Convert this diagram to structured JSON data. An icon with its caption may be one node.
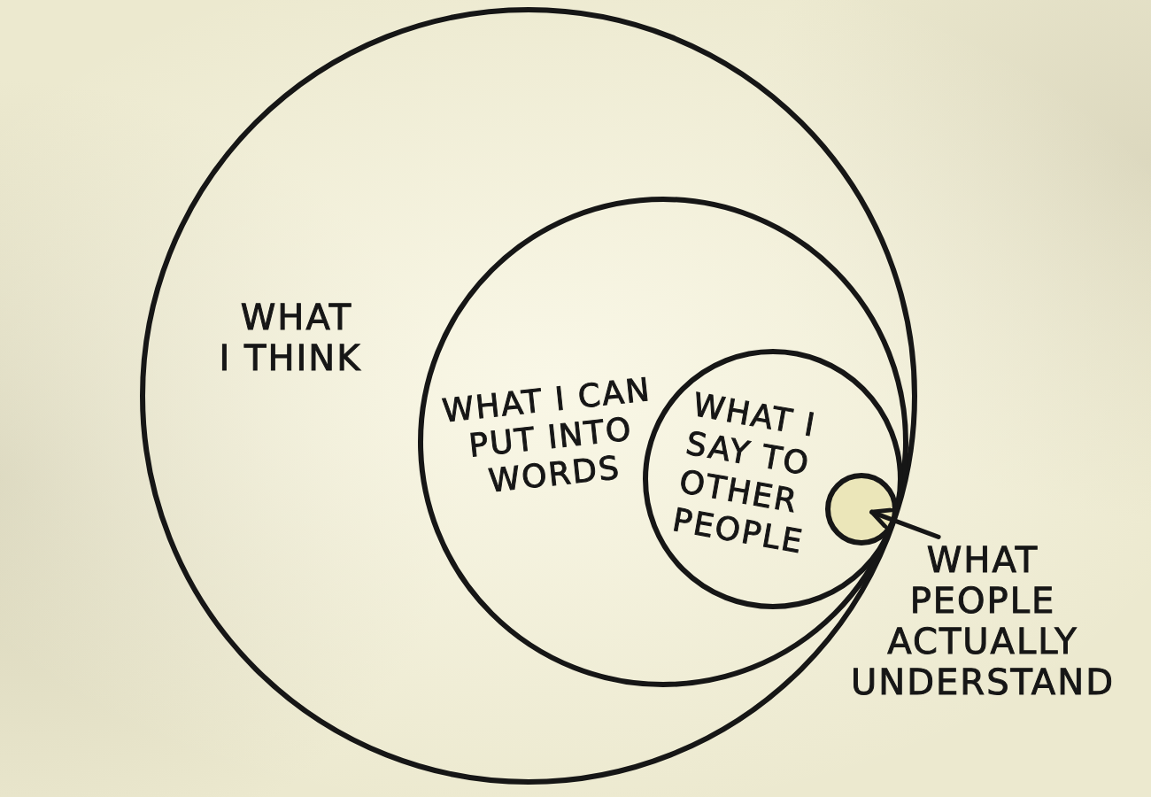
{
  "diagram": {
    "nodes": [
      {
        "text": [
          "WHAT I THINK"
        ]
      },
      {
        "text": [
          "WHAT I CAN PUT INTO WORDS"
        ],
        "in": 0
      },
      {
        "text": [
          "WHAT I SAY TO OTHER PEOPLE"
        ],
        "in": 1
      },
      {
        "text": [],
        "shape": "circle",
        "in": 2
      },
      {
        "text": [
          "WHAT PEOPLE ACTUALLY UNDERSTAND"
        ]
      }
    ],
    "edges": [
      {
        "from": 4,
        "to": 3,
        "arrow": "to"
      }
    ]
  }
}
